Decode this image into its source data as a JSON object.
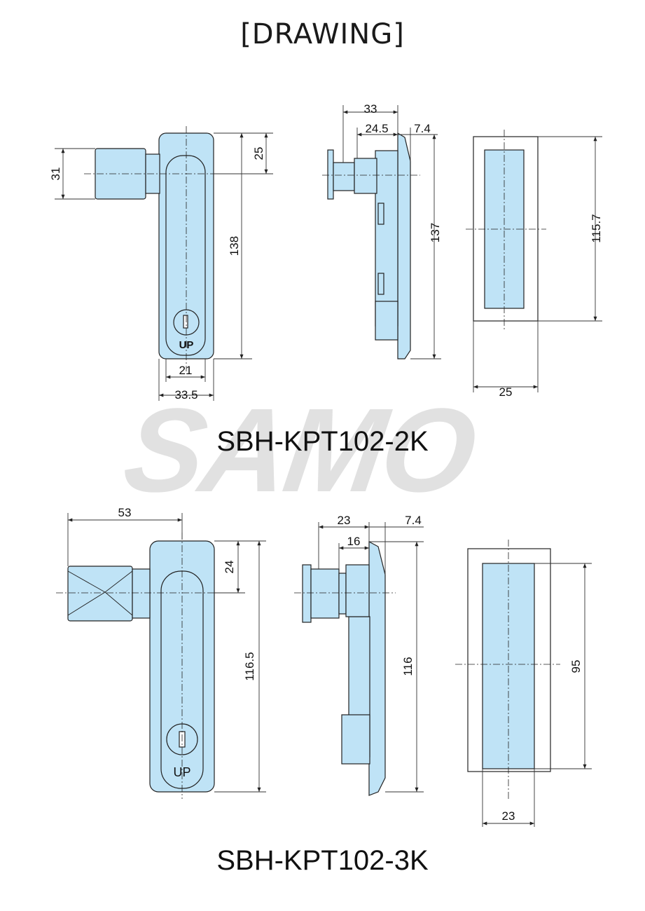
{
  "header": {
    "title": "[DRAWING]"
  },
  "watermark": {
    "brand": "SAMO"
  },
  "colors": {
    "part_fill": "#bfe3f6",
    "stroke": "#222222",
    "line": "#333333"
  },
  "drawings": [
    {
      "model": "SBH-KPT102-2K",
      "front": {
        "width": "33.5",
        "inner_width": "21",
        "height": "138",
        "top_offset": "25",
        "key_width": "31",
        "badge": "UP"
      },
      "side": {
        "depth": "33",
        "cylinder": "24.5",
        "plate": "7.4",
        "height": "137"
      },
      "cutout": {
        "width": "25",
        "height": "115.7"
      }
    },
    {
      "model": "SBH-KPT102-3K",
      "front": {
        "handle_length": "53",
        "height": "116.5",
        "top_offset": "24",
        "badge": "UP"
      },
      "side": {
        "depth": "23",
        "cylinder": "16",
        "plate": "7.4",
        "height": "116"
      },
      "cutout": {
        "width": "23",
        "height": "95"
      }
    }
  ]
}
